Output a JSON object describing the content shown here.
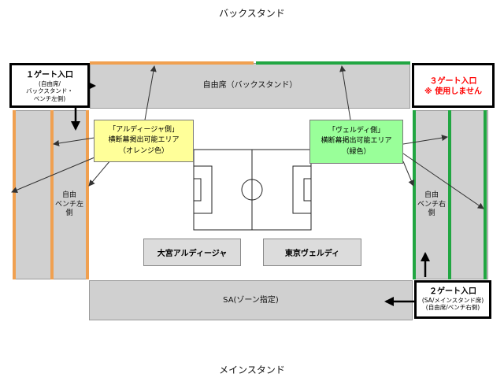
{
  "back_stand_title": "バックスタンド",
  "main_stand_title": "メインスタンド",
  "back_seats_label": "自由席（バックスタンド）",
  "sa_seats_label": "SA(ゾーン指定)",
  "left_bench_label": [
    "自由",
    "ベンチ左",
    "側"
  ],
  "right_bench_label": [
    "自由",
    "ベンチ右",
    "側"
  ],
  "gate1": {
    "title": "１ゲート入口",
    "sub": [
      "(自由席/",
      "バックスタンド・",
      "ベンチ左側)"
    ]
  },
  "gate2": {
    "title": "２ゲート入口",
    "sub": [
      "(SA/メインスタンド席)",
      "(自由席/ベンチ右側)"
    ]
  },
  "gate3": {
    "title": "３ゲート入口",
    "note": "※ 使用しません"
  },
  "ardija_area": {
    "lines": [
      "「アルディージャ側」",
      "横断幕掲出可能エリア",
      "（オレンジ色）"
    ]
  },
  "verdy_area": {
    "lines": [
      "「ヴェルディ側」",
      "横断幕掲出可能エリア",
      "（緑色）"
    ]
  },
  "team_home": "大宮アルディージャ",
  "team_away": "東京ヴェルディ",
  "colors": {
    "orange": "#f0a050",
    "green": "#21a642",
    "ardija_fill": "#ffff99",
    "verdy_fill": "#99ff99",
    "gate3_red": "#ff0000"
  }
}
